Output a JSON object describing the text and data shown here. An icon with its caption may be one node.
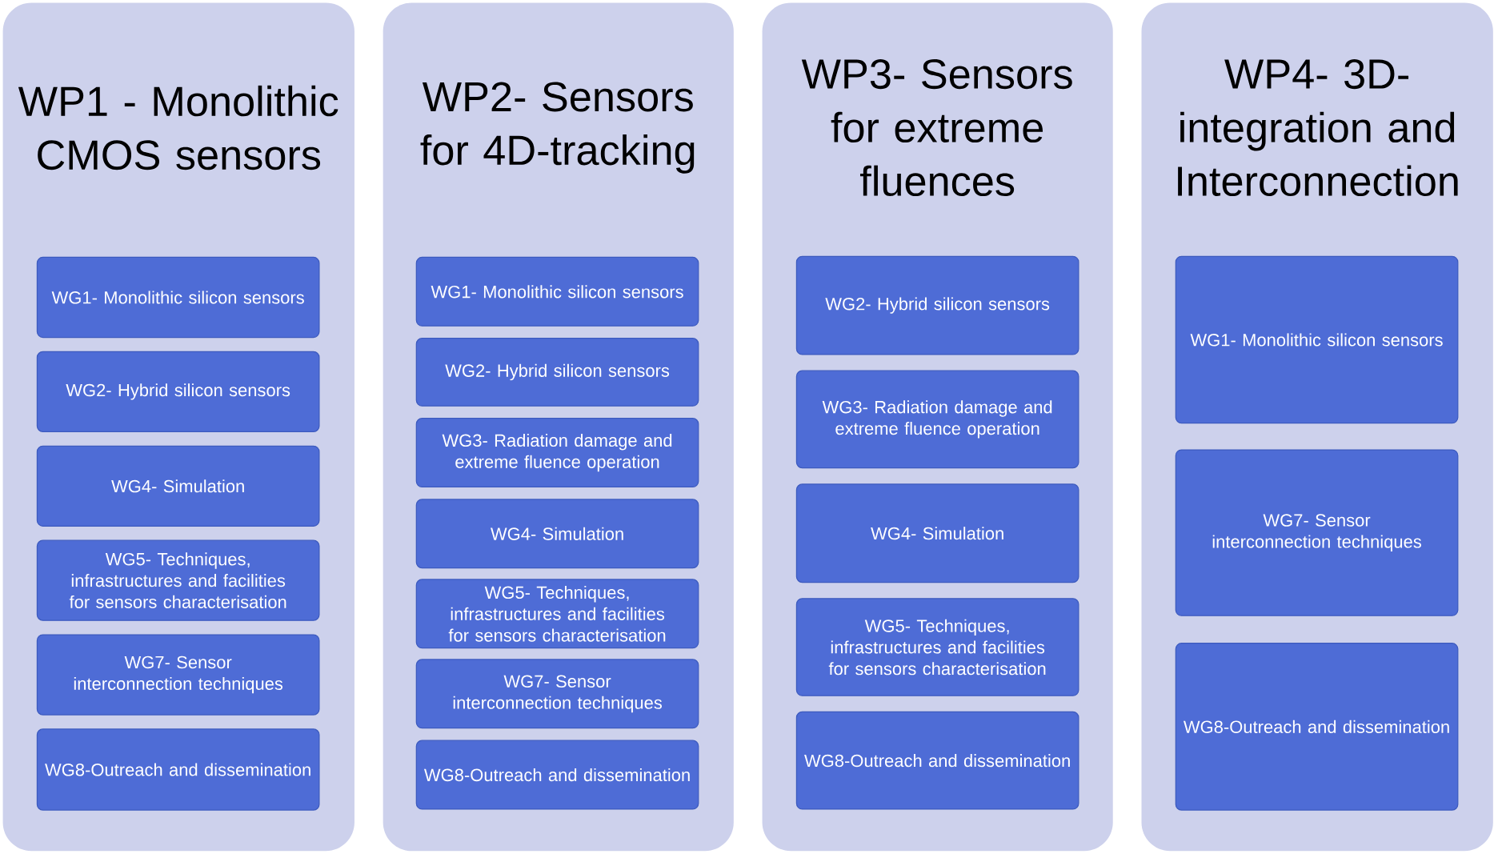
{
  "diagram": {
    "nodes": [
      {
        "text": [
          "WP1 - Monolithic CMOS sensors"
        ]
      },
      {
        "text": [
          "WG1- Monolithic silicon sensors"
        ],
        "in": 0
      },
      {
        "text": [
          "WG2- Hybrid silicon sensors"
        ],
        "in": 0
      },
      {
        "text": [
          "WG4- Simulation"
        ],
        "in": 0
      },
      {
        "text": [
          "WG5- Techniques, infrastructures and facilities for sensors characterisation"
        ],
        "in": 0
      },
      {
        "text": [
          "WG7- Sensor interconnection techniques"
        ],
        "in": 0
      },
      {
        "text": [
          "WG8-Outreach and dissemination"
        ],
        "in": 0
      },
      {
        "text": [
          "WP2- Sensors for 4D-tracking"
        ]
      },
      {
        "text": [
          "WG1- Monolithic silicon sensors"
        ],
        "in": 7
      },
      {
        "text": [
          "WG2- Hybrid silicon sensors"
        ],
        "in": 7
      },
      {
        "text": [
          "WG3- Radiation damage and extreme fluence operation"
        ],
        "in": 7
      },
      {
        "text": [
          "WG4- Simulation"
        ],
        "in": 7
      },
      {
        "text": [
          "WG5- Techniques, infrastructures and facilities for sensors characterisation"
        ],
        "in": 7
      },
      {
        "text": [
          "WG7- Sensor interconnection techniques"
        ],
        "in": 7
      },
      {
        "text": [
          "WG8-Outreach and dissemination"
        ],
        "in": 7
      },
      {
        "text": [
          "WP3- Sensors for extreme fluences"
        ]
      },
      {
        "text": [
          "WG2- Hybrid silicon sensors"
        ],
        "in": 15
      },
      {
        "text": [
          "WG3- Radiation damage and extreme fluence operation"
        ],
        "in": 15
      },
      {
        "text": [
          "WG4- Simulation"
        ],
        "in": 15
      },
      {
        "text": [
          "WG5- Techniques, infrastructures and facilities for sensors characterisation"
        ],
        "in": 15
      },
      {
        "text": [
          "WG8-Outreach and dissemination"
        ],
        "in": 15
      },
      {
        "text": [
          "WP4- 3D-integration and Interconnection"
        ]
      },
      {
        "text": [
          "WG1- Monolithic silicon sensors"
        ],
        "in": 21
      },
      {
        "text": [
          "WG7- Sensor interconnection techniques"
        ],
        "in": 21
      },
      {
        "text": [
          "WG8-Outreach and dissemination"
        ],
        "in": 21
      }
    ]
  }
}
